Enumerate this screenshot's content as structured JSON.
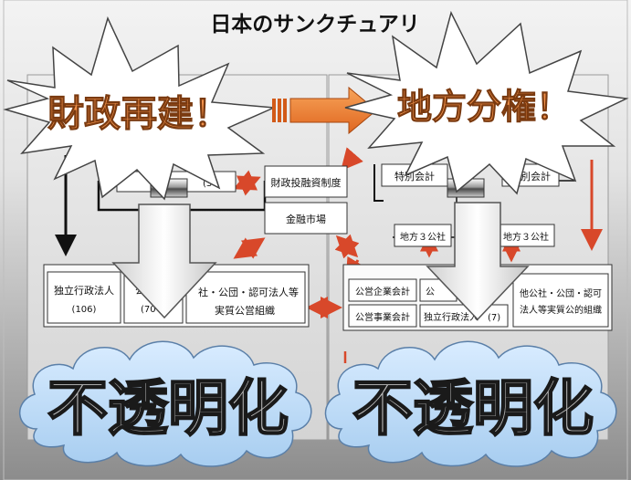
{
  "slide": {
    "title": "日本のサンクチュアリ",
    "callouts": {
      "left": "財政再建！",
      "right": "地方分権！"
    },
    "clouds": {
      "left": "不透明化",
      "right": "不透明化"
    },
    "center": {
      "top_box": "財政投融資制度",
      "bottom_box": "金融市場"
    },
    "left_panel": {
      "box_independent_label": "独立行政法人",
      "box_independent_count": "(106)",
      "box_mid_fragment_a": "公",
      "box_mid_fragment_b": "(70",
      "box_public_corp_line1": "社・公団・認可法人等",
      "box_public_corp_line2": "実質公営組織",
      "top_fragment": "(3"
    },
    "right_panel": {
      "special_account_a": "特別会計",
      "special_account_b": "特別会計",
      "local_public_corp_a": "地方３公社",
      "local_public_corp_b": "地方３公社",
      "public_enterprise_account": "公営企業会計",
      "public_enterprise_fragment": "公",
      "public_business_account": "公営事業会計",
      "independent_local": "独立行政法人",
      "independent_local_count": "(7)",
      "other_line1": "他公社・公団・認可",
      "other_line2": "法人等実質公的組織"
    }
  }
}
